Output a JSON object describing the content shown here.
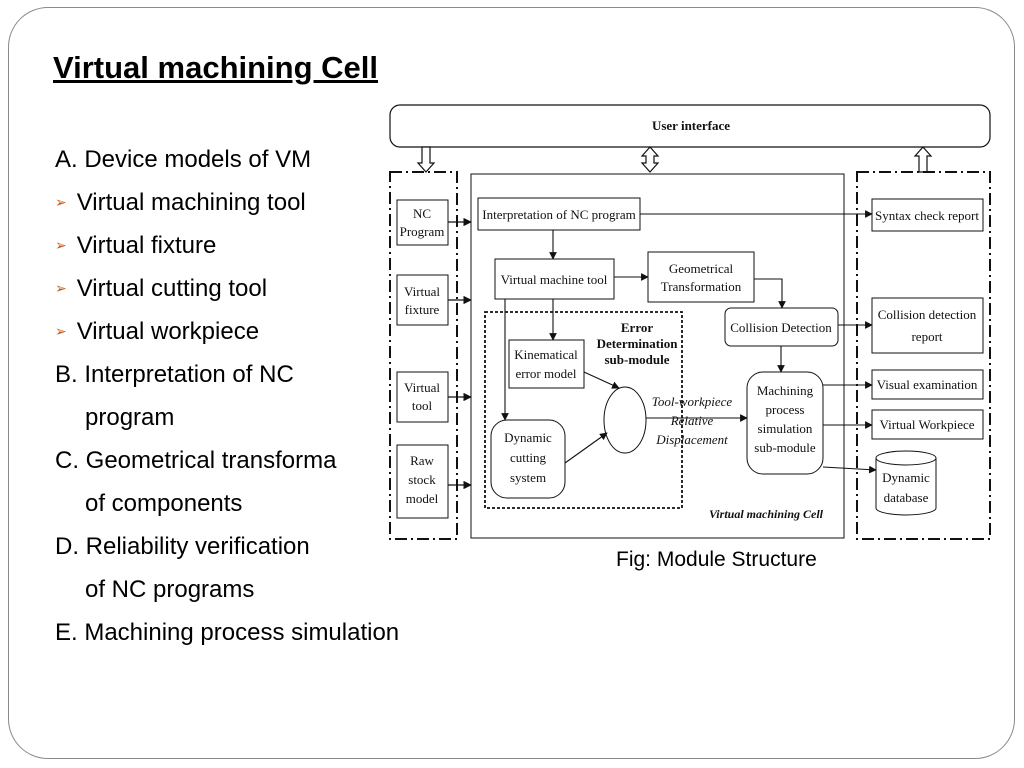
{
  "slide": {
    "title": "Virtual machining Cell",
    "bullet_marker": "➢",
    "lines": [
      "A. Device models of VM",
      "Virtual machining tool",
      "Virtual fixture",
      "Virtual cutting tool",
      "Virtual workpiece",
      "B. Interpretation of  NC",
      "program",
      "C. Geometrical transforma",
      "of components",
      "D. Reliability verification",
      "of NC programs",
      "E. Machining process simulation"
    ],
    "caption": "Fig: Module Structure"
  },
  "diagram": {
    "user_interface": "User interface",
    "inputs": {
      "nc_program": [
        "NC",
        "Program"
      ],
      "virtual_fixture": [
        "Virtual",
        "fixture"
      ],
      "virtual_tool": [
        "Virtual",
        "tool"
      ],
      "raw_stock": [
        "Raw",
        "stock",
        "model"
      ]
    },
    "cell": {
      "interpretation": "Interpretation of NC program",
      "machine_tool": "Virtual machine tool",
      "geometrical": [
        "Geometrical",
        "Transformation"
      ],
      "collision": "Collision Detection",
      "error_title": [
        "Error",
        "Determination",
        "sub-module"
      ],
      "kinematical": [
        "Kinematical",
        "error model"
      ],
      "dynamic_cutting": [
        "Dynamic",
        "cutting",
        "system"
      ],
      "relative": [
        "Tool-workpiece",
        "Relative",
        "Displacement"
      ],
      "machining_sim": [
        "Machining",
        "process",
        "simulation",
        "sub-module"
      ],
      "cell_label": "Virtual machining Cell"
    },
    "outputs": {
      "syntax": "Syntax check report",
      "collision_report": [
        "Collision detection",
        "report"
      ],
      "visual": "Visual examination",
      "workpiece": "Virtual Workpiece",
      "database": [
        "Dynamic",
        "database"
      ]
    }
  }
}
